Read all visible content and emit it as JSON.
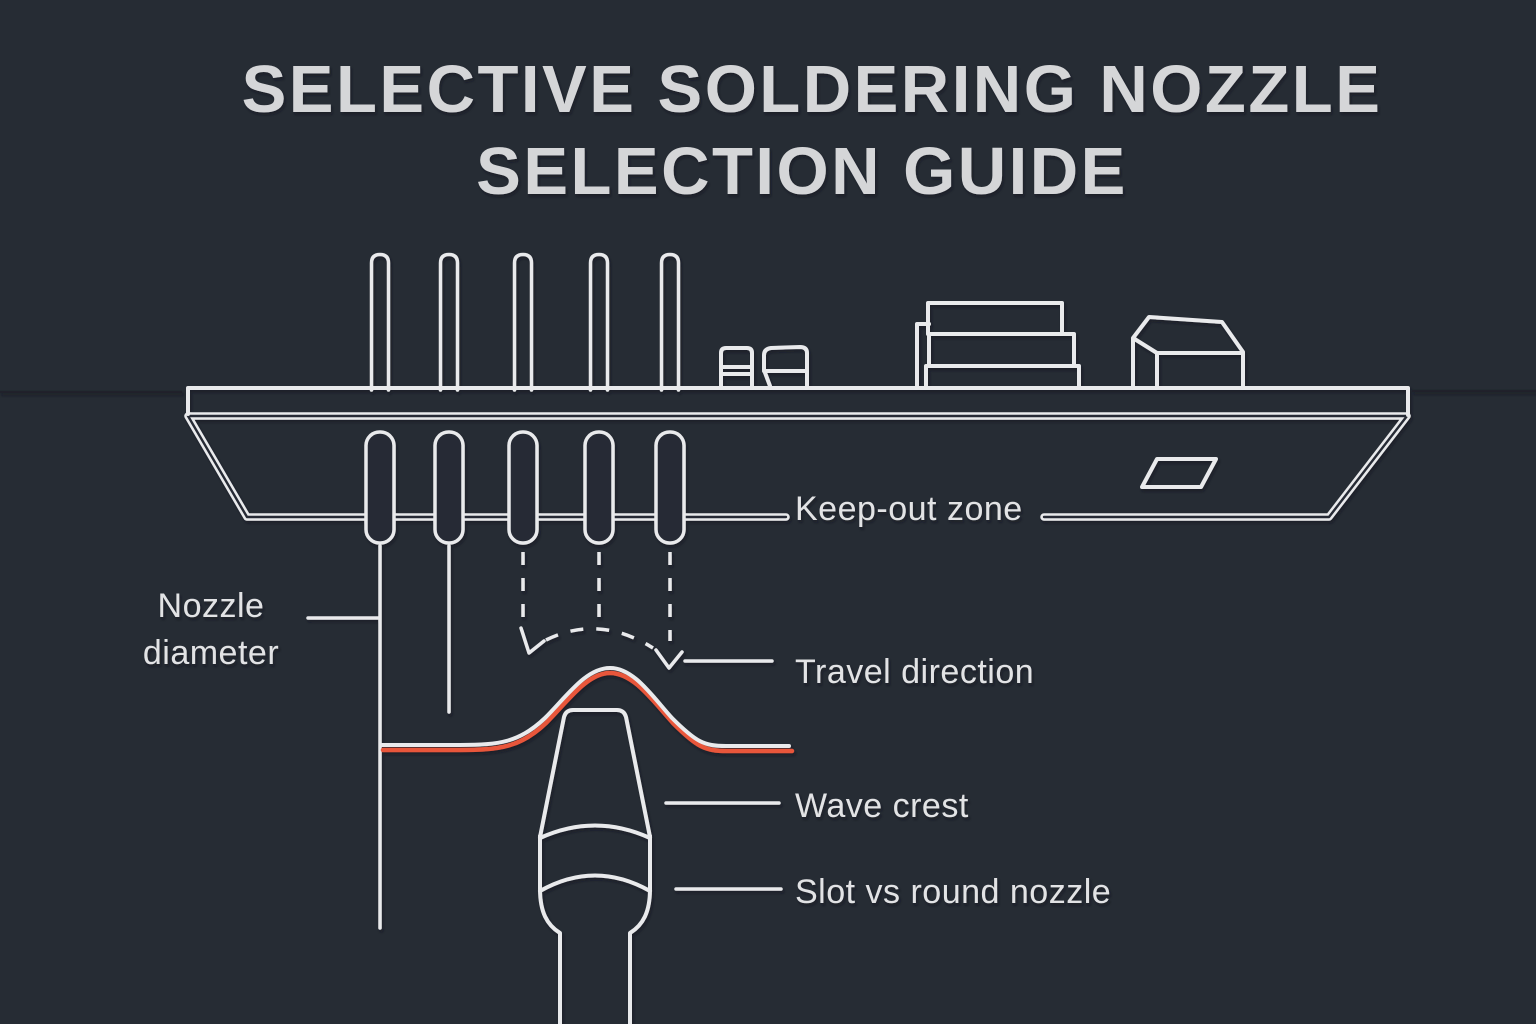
{
  "title": {
    "line1": "SELECTIVE SOLDERING NOZZLE",
    "line2": "SELECTION GUIDE"
  },
  "labels": {
    "nozzle_diameter": {
      "line1": "Nozzle",
      "line2": "diameter"
    },
    "keep_out_zone": "Keep-out zone",
    "travel_direction": "Travel direction",
    "wave_crest": "Wave crest",
    "slot_vs_round": "Slot vs round nozzle"
  },
  "colors": {
    "background": "#262c34",
    "line": "#e9eaec",
    "wave_accent": "#e8563a",
    "title_text": "#d5d6d8",
    "label_text": "#e2e3e5",
    "horizon_line": "#1d2229"
  }
}
